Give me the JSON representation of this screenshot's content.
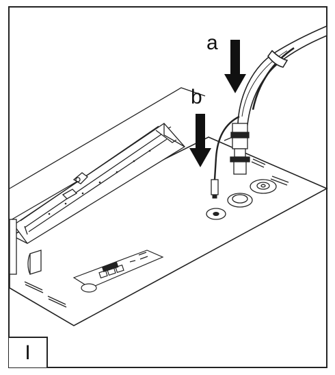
{
  "figure": {
    "callouts": {
      "a": "a",
      "b": "b"
    },
    "panel_label": "I"
  }
}
